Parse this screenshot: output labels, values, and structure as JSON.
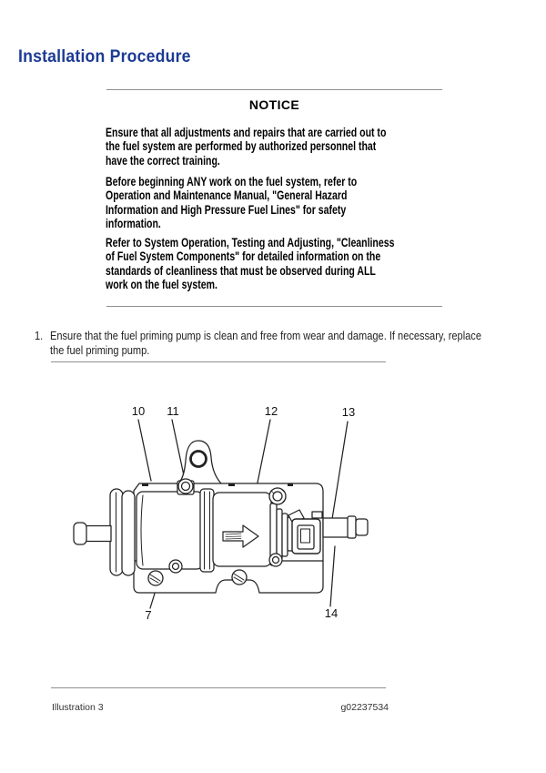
{
  "header": {
    "title": "Installation Procedure",
    "title_color": "#1c3b94"
  },
  "notice": {
    "heading": "NOTICE",
    "paragraphs": [
      "Ensure that all adjustments and repairs that are carried out to\nthe fuel system are performed by authorized personnel that\nhave the correct training.",
      "Before beginning ANY work on the fuel system, refer to\nOperation and Maintenance Manual, \"General Hazard\nInformation and High Pressure Fuel Lines\" for safety\ninformation.",
      "Refer to System Operation, Testing and Adjusting, \"Cleanliness\nof Fuel System Components\" for detailed information on the\nstandards of cleanliness that must be observed during ALL\nwork on the fuel system."
    ]
  },
  "step": {
    "number": "1.",
    "text": "Ensure that the fuel priming pump is clean and free from wear and damage. If necessary, replace\nthe fuel priming pump."
  },
  "figure": {
    "caption_left": "Illustration 3",
    "caption_right": "g02237534",
    "callouts": {
      "n7": "7",
      "n10": "10",
      "n11": "11",
      "n12": "12",
      "n13": "13",
      "n14": "14"
    }
  }
}
